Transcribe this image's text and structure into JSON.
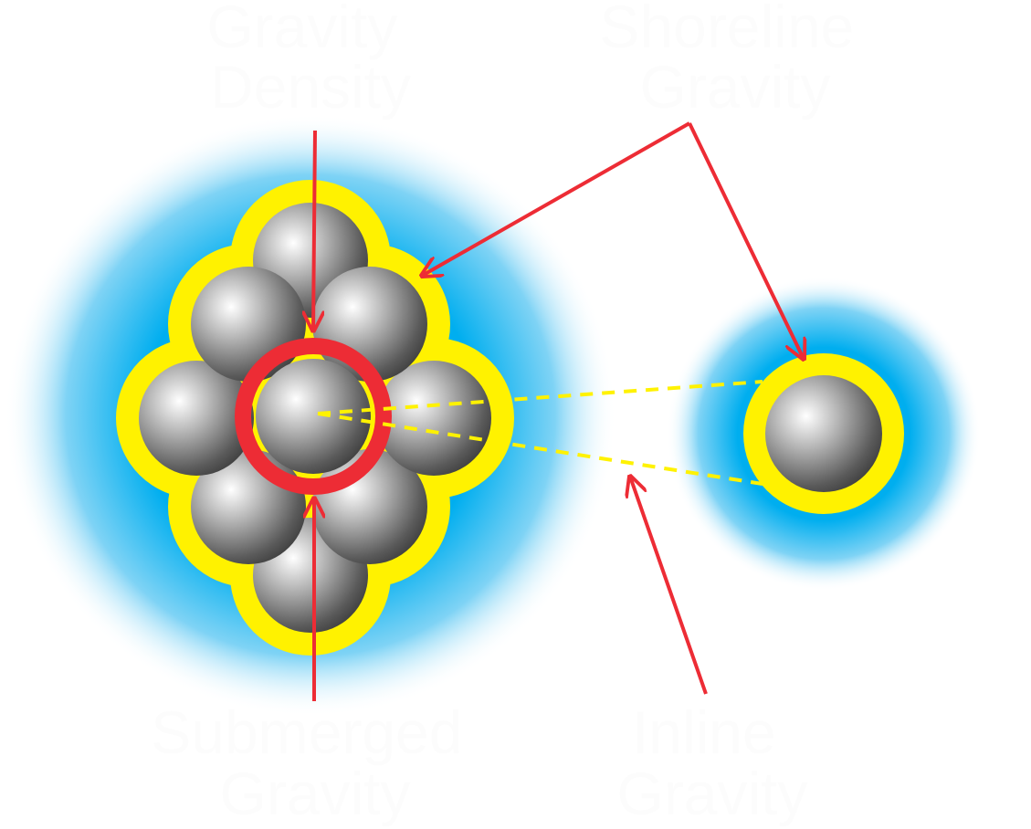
{
  "labels": {
    "gravity_density": [
      "Gravity",
      "Density"
    ],
    "shoreline_gravity": [
      "Shoreline",
      "Gravity"
    ],
    "submerged_gravity": [
      "Submerged",
      "Gravity"
    ],
    "inline_gravity": [
      "Inline",
      "Gravity"
    ]
  },
  "colors": {
    "glow": "#00aeef",
    "outline": "#fff200",
    "arrow": "#ed2c35",
    "dash": "#fff200",
    "label": "#fcfcfc"
  }
}
